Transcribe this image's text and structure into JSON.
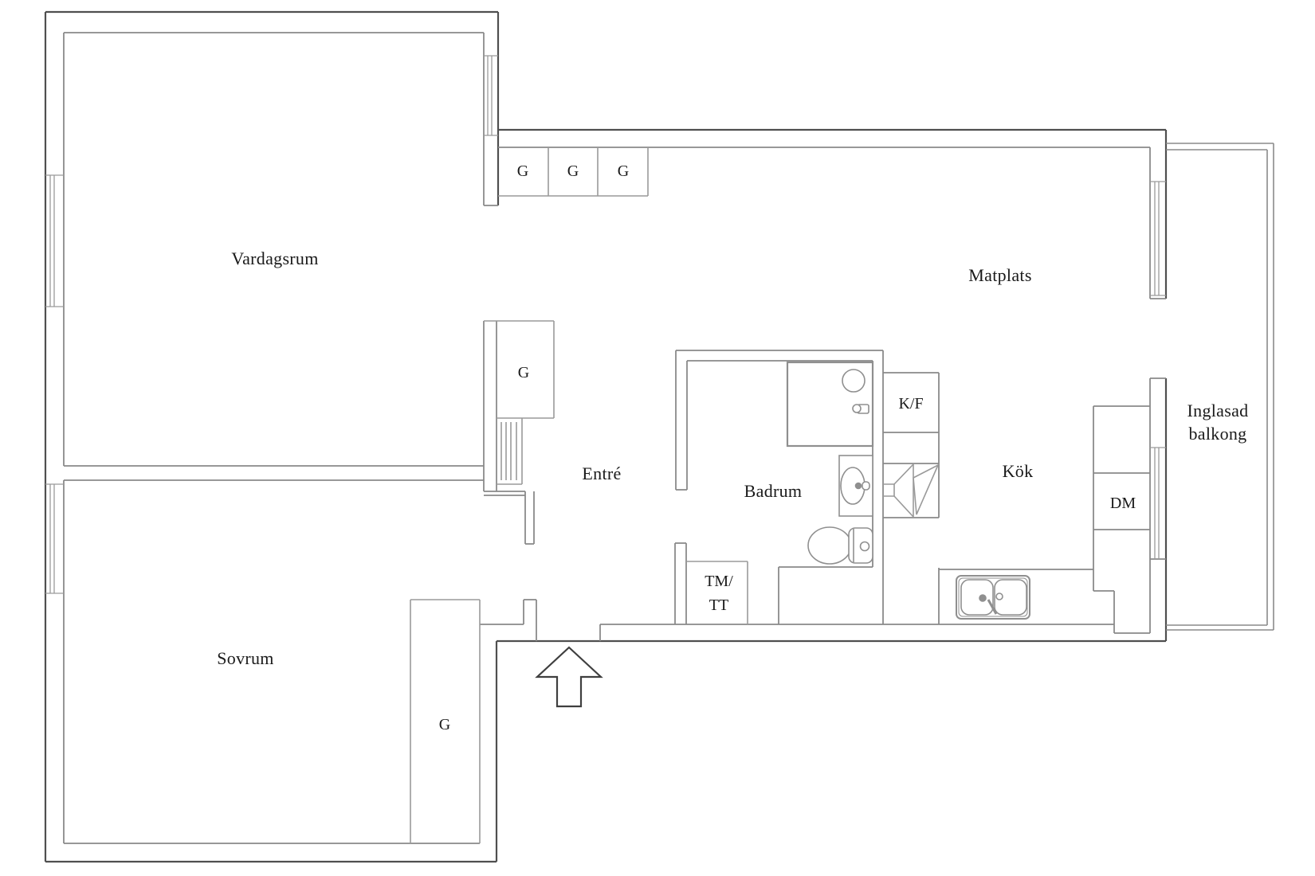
{
  "plan": {
    "type": "apartment-floor-plan",
    "rooms": {
      "living": "Vardagsrum",
      "dining": "Matplats",
      "balcony_line1": "Inglasad",
      "balcony_line2": "balkong",
      "entry": "Entré",
      "bathroom": "Badrum",
      "kitchen": "Kök",
      "bedroom": "Sovrum"
    },
    "units": {
      "wardrobe": "G",
      "fridge_freezer": "K/F",
      "dishwasher": "DM",
      "washer_dryer_line1": "TM/",
      "washer_dryer_line2": "TT"
    },
    "colors": {
      "background": "#ffffff",
      "wall_outer": "#4f4f4f",
      "wall_inner": "#8a8a8a",
      "unit_line": "#9a9a9a",
      "fixture_line": "#8f8f8f",
      "glazing_line": "#9a9a9a",
      "arrow_line": "#3f3f3f",
      "text": "#1a1a1a"
    }
  }
}
